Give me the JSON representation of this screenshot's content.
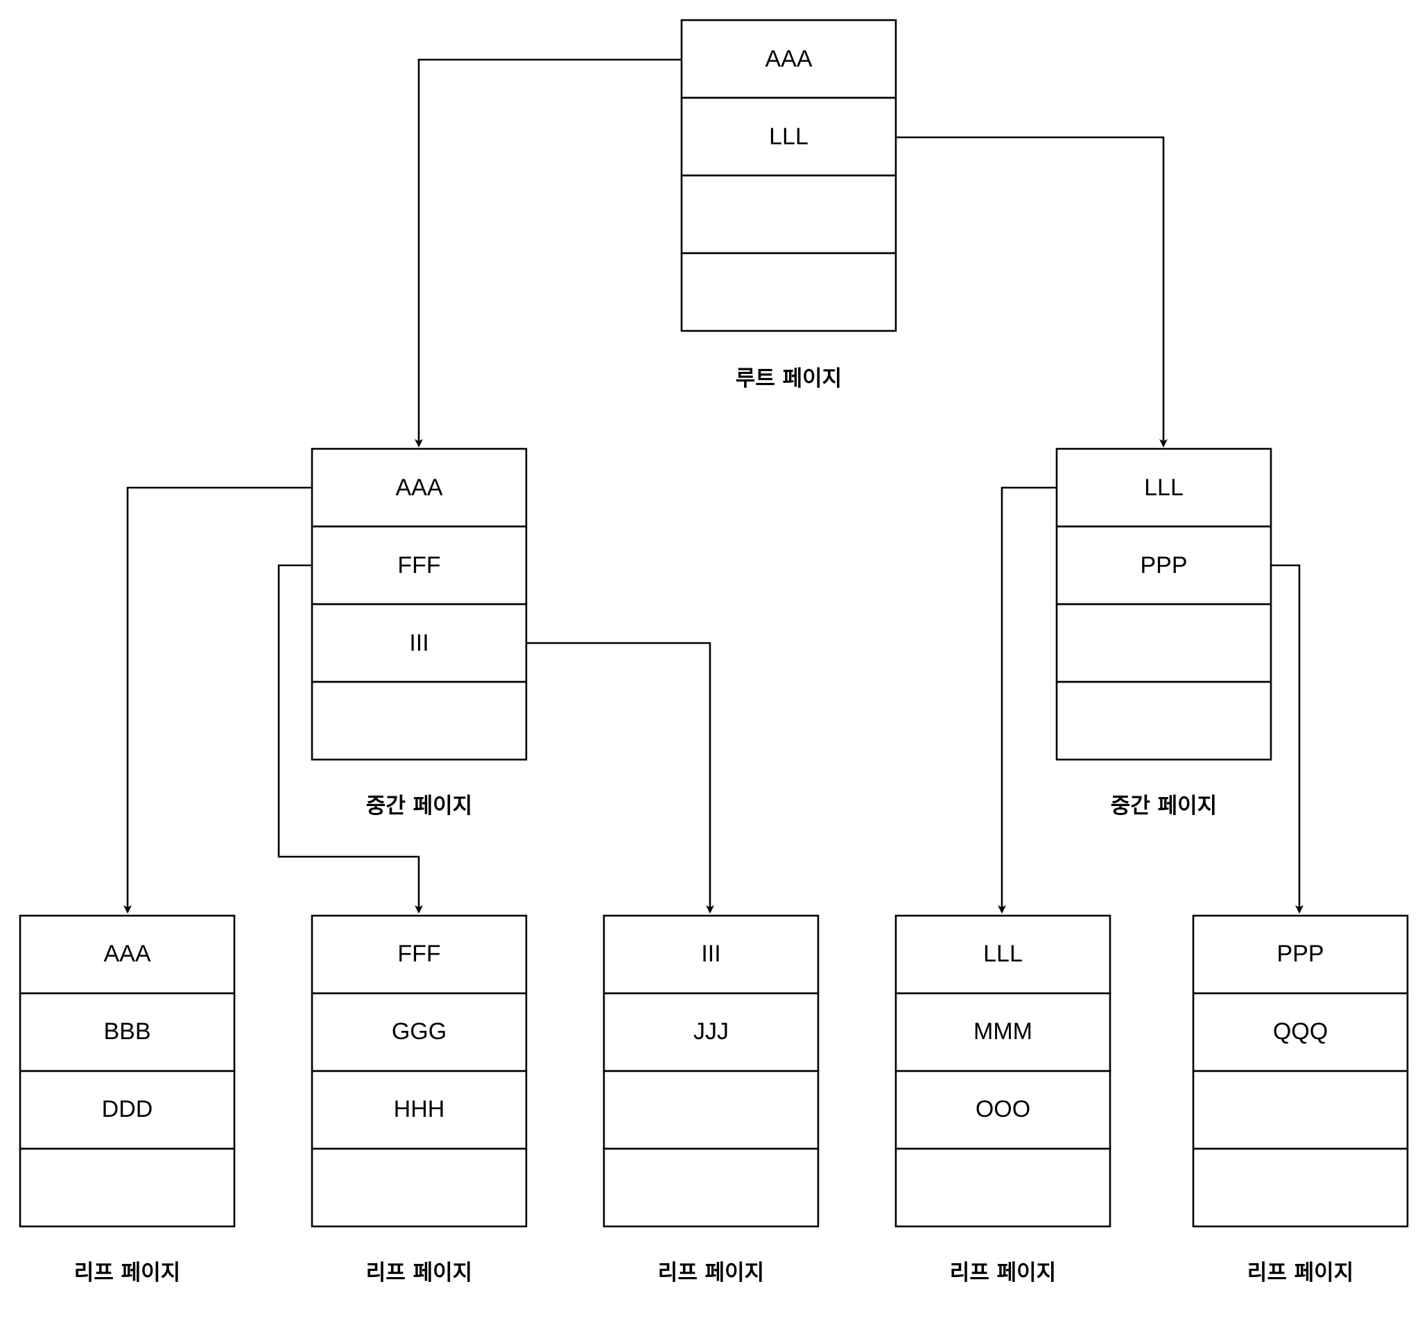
{
  "root": {
    "label": "루트 페이지",
    "keys": [
      "AAA",
      "LLL",
      "",
      ""
    ]
  },
  "internal": [
    {
      "label": "중간 페이지",
      "keys": [
        "AAA",
        "FFF",
        "III",
        ""
      ]
    },
    {
      "label": "중간 페이지",
      "keys": [
        "LLL",
        "PPP",
        "",
        ""
      ]
    }
  ],
  "leaves": [
    {
      "label": "리프 페이지",
      "keys": [
        "AAA",
        "BBB",
        "DDD",
        ""
      ]
    },
    {
      "label": "리프 페이지",
      "keys": [
        "FFF",
        "GGG",
        "HHH",
        ""
      ]
    },
    {
      "label": "리프 페이지",
      "keys": [
        "III",
        "JJJ",
        "",
        ""
      ]
    },
    {
      "label": "리프 페이지",
      "keys": [
        "LLL",
        "MMM",
        "OOO",
        ""
      ]
    },
    {
      "label": "리프 페이지",
      "keys": [
        "PPP",
        "QQQ",
        "",
        ""
      ]
    }
  ],
  "colors": {
    "stroke": "#000000",
    "fill": "#ffffff",
    "text": "#000000"
  }
}
